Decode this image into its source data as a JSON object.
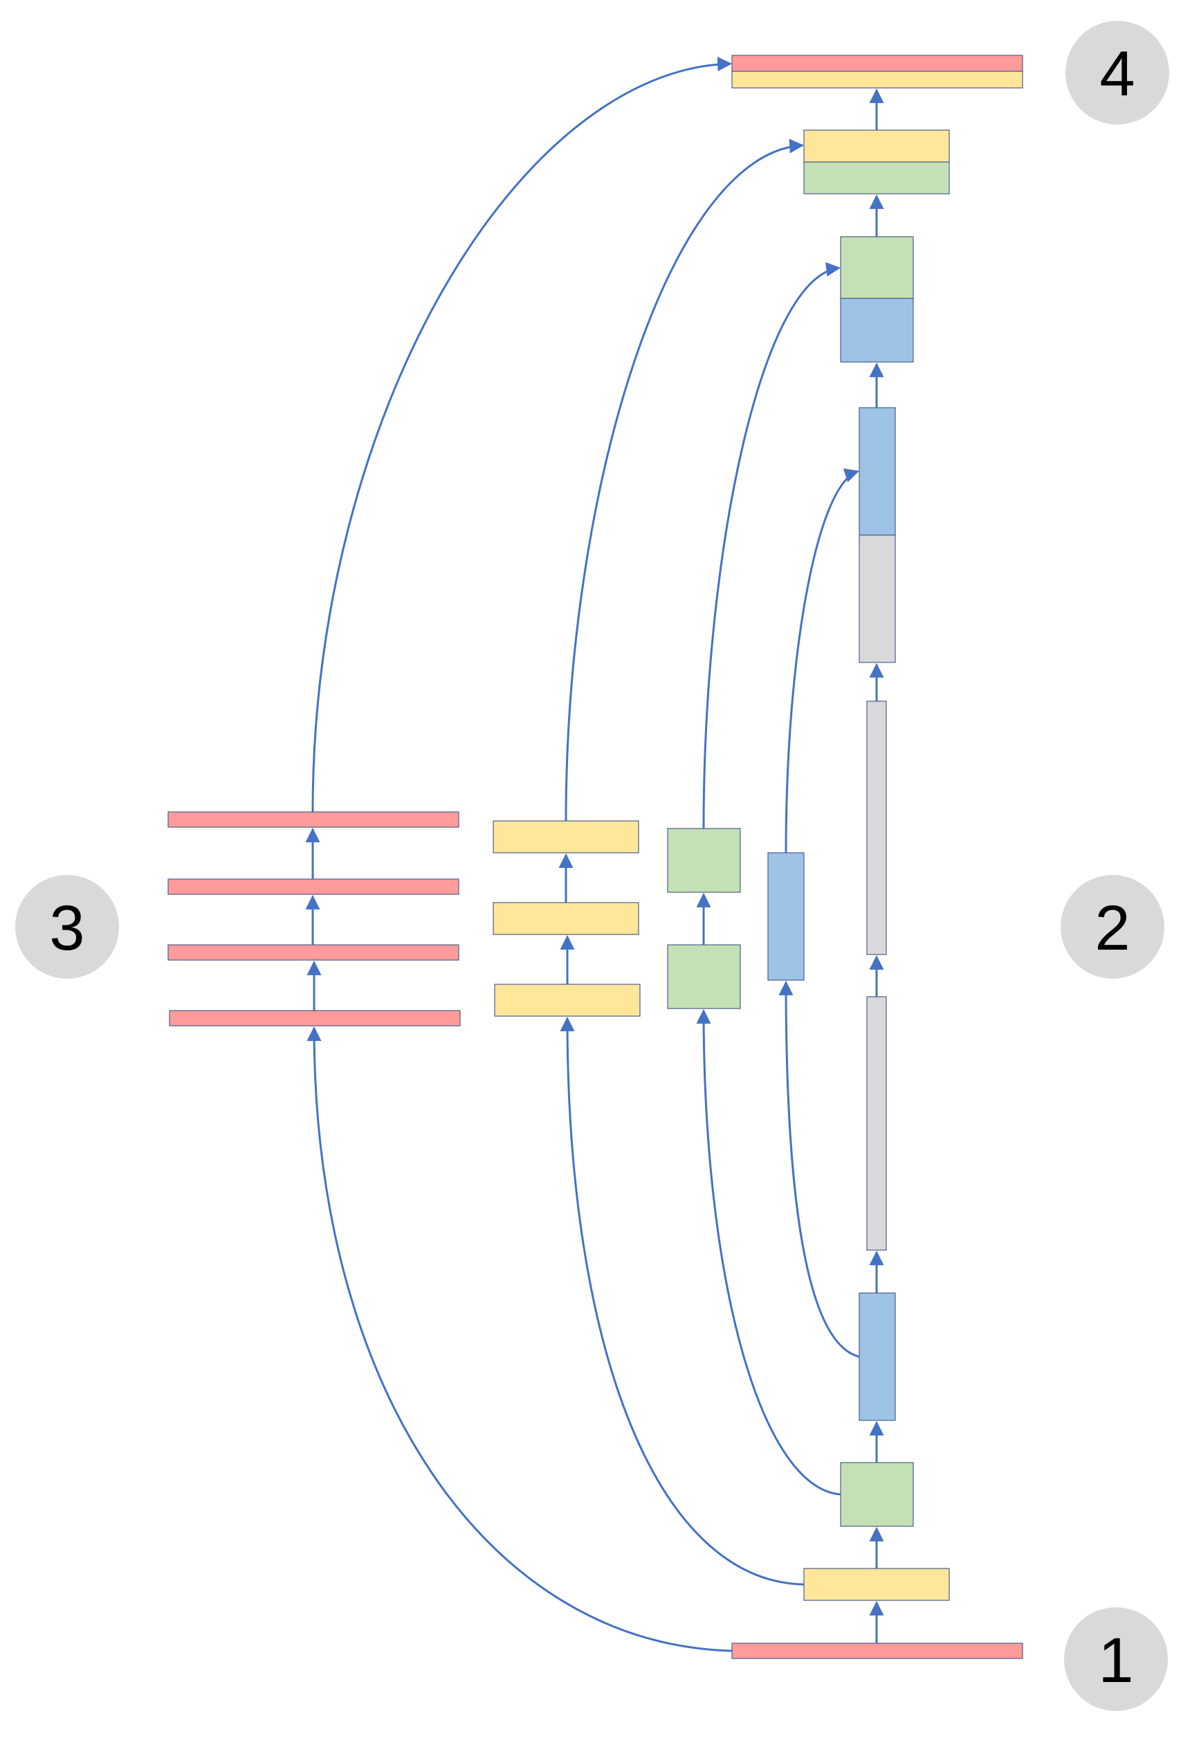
{
  "colors": {
    "red": "#FF9B9B",
    "yellow": "#FFE699",
    "green": "#C5E0B4",
    "blue": "#9DC3E6",
    "gray": "#D9D9D9",
    "arrow": "#4472C4",
    "box_border": "#4A5E8C",
    "badge": "#D9D9D9"
  },
  "badges": [
    {
      "label": "1"
    },
    {
      "label": "2"
    },
    {
      "label": "3"
    },
    {
      "label": "4"
    }
  ]
}
